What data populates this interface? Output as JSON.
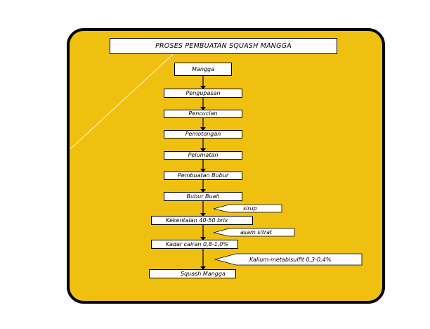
{
  "title": "PROSES PEMBUATAN SQUASH MANGGA",
  "steps": [
    "Mangga",
    "Pengupasan",
    "Pencucian",
    "Pemotongan",
    "Pelumatan",
    "Pembuatan Bubur",
    "Bubur Buah",
    "Kekentalan 40-50 brix",
    "Kadar cairan  0,8-1,0%",
    "Squash Mangga"
  ],
  "inputs": [
    "sirup",
    "asam sitrat",
    "Kalium-metabisulfit 0,3-0,4%"
  ],
  "colors": {
    "panel": "#f0c010",
    "panel_border": "#000000",
    "box_fill": "#ffffff"
  }
}
